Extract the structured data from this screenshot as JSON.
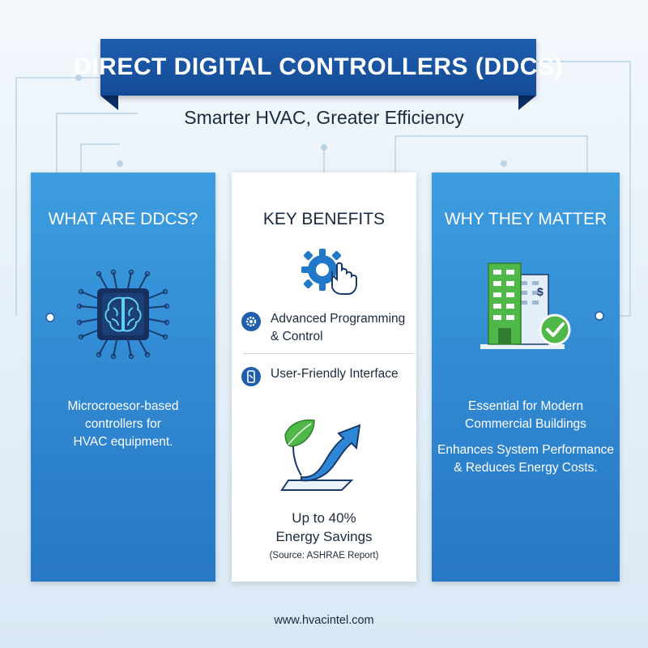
{
  "header": {
    "title": "DIRECT DIGITAL CONTROLLERS (DDCS)",
    "subtitle": "Smarter HVAC, Greater Efficiency"
  },
  "left_panel": {
    "title": "WHAT ARE DDCS?",
    "icon": "processor-brain-icon",
    "description_lines": [
      "Microcroesor-based",
      "controllers for",
      "HVAC equipment."
    ]
  },
  "middle_panel": {
    "title": "KEY BENEFITS",
    "icon": "gear-pointer-icon",
    "benefits": [
      {
        "icon": "gear-icon",
        "lines": [
          "Advanced Programming",
          "& Control"
        ]
      },
      {
        "icon": "tablet-icon",
        "lines": [
          "User-Friendly Interface"
        ]
      }
    ],
    "growth_icon": "leaf-arrow-icon",
    "stat_lines": [
      "Up to 40%",
      "Energy Savings"
    ],
    "source": "(Source: ASHRAE Report)"
  },
  "right_panel": {
    "title": "WHY THEY MATTER",
    "icon": "building-check-icon",
    "lines": [
      "Essential for Modern",
      "Commercial Buildings",
      "Enhances System Performance",
      "& Reduces Energy Costs."
    ]
  },
  "footer": {
    "url": "www.hvacintel.com"
  },
  "colors": {
    "banner": "#1f5eae",
    "panel_blue": "#3391d6",
    "accent_green": "#4fb848",
    "background": "#eaf3fa"
  }
}
